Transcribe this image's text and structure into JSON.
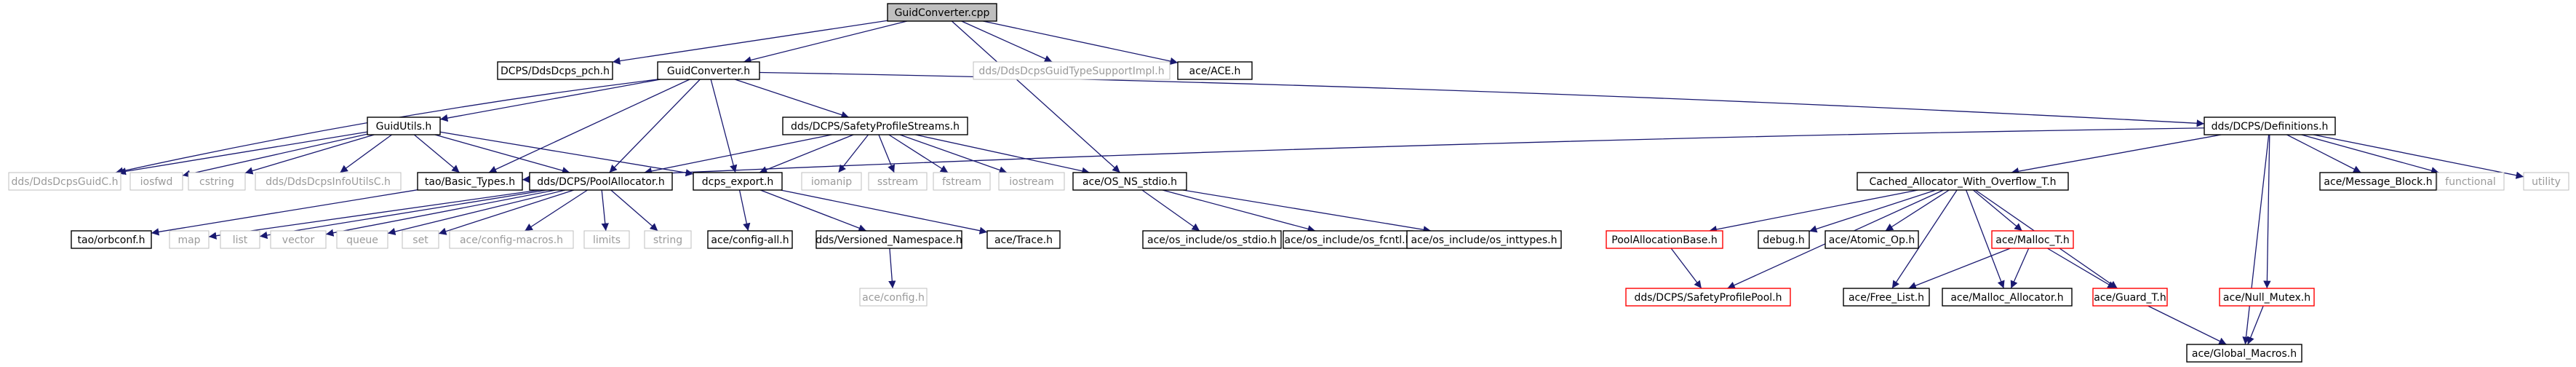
{
  "colors": {
    "edge": "#191970",
    "border_black": "#000000",
    "border_red": "#ff0000",
    "border_gray": "#bfbfbf",
    "text_black": "#000000",
    "text_gray": "#9a9a9a",
    "root_fill": "#bfbfbf",
    "fill": "#ffffff"
  },
  "nodes": [
    {
      "id": "root",
      "label": "GuidConverter.cpp",
      "style": "root"
    },
    {
      "id": "pch",
      "label": "DCPS/DdsDcps_pch.h",
      "style": "black"
    },
    {
      "id": "gch",
      "label": "GuidConverter.h",
      "style": "black"
    },
    {
      "id": "gtsi",
      "label": "dds/DdsDcpsGuidTypeSupportImpl.h",
      "style": "gray"
    },
    {
      "id": "ace",
      "label": "ace/ACE.h",
      "style": "black"
    },
    {
      "id": "gu",
      "label": "GuidUtils.h",
      "style": "black"
    },
    {
      "id": "sps",
      "label": "dds/DCPS/SafetyProfileStreams.h",
      "style": "black"
    },
    {
      "id": "defs",
      "label": "dds/DCPS/Definitions.h",
      "style": "black"
    },
    {
      "id": "guidc",
      "label": "dds/DdsDcpsGuidC.h",
      "style": "gray"
    },
    {
      "id": "iosfwd",
      "label": "iosfwd",
      "style": "gray"
    },
    {
      "id": "cstring",
      "label": "cstring",
      "style": "gray"
    },
    {
      "id": "infoutils",
      "label": "dds/DdsDcpsInfoUtilsC.h",
      "style": "gray"
    },
    {
      "id": "basictypes",
      "label": "tao/Basic_Types.h",
      "style": "black"
    },
    {
      "id": "poolalloc",
      "label": "dds/DCPS/PoolAllocator.h",
      "style": "black"
    },
    {
      "id": "dcpsexport",
      "label": "dcps_export.h",
      "style": "black"
    },
    {
      "id": "iomanip",
      "label": "iomanip",
      "style": "gray"
    },
    {
      "id": "sstream",
      "label": "sstream",
      "style": "gray"
    },
    {
      "id": "fstream",
      "label": "fstream",
      "style": "gray"
    },
    {
      "id": "iostream",
      "label": "iostream",
      "style": "gray"
    },
    {
      "id": "osns",
      "label": "ace/OS_NS_stdio.h",
      "style": "black"
    },
    {
      "id": "cawo",
      "label": "Cached_Allocator_With_Overflow_T.h",
      "style": "black"
    },
    {
      "id": "msgblock",
      "label": "ace/Message_Block.h",
      "style": "black"
    },
    {
      "id": "functional",
      "label": "functional",
      "style": "gray"
    },
    {
      "id": "utility",
      "label": "utility",
      "style": "gray"
    },
    {
      "id": "orbconf",
      "label": "tao/orbconf.h",
      "style": "black"
    },
    {
      "id": "map",
      "label": "map",
      "style": "gray"
    },
    {
      "id": "list",
      "label": "list",
      "style": "gray"
    },
    {
      "id": "vector",
      "label": "vector",
      "style": "gray"
    },
    {
      "id": "queue",
      "label": "queue",
      "style": "gray"
    },
    {
      "id": "set",
      "label": "set",
      "style": "gray"
    },
    {
      "id": "cfgmacros",
      "label": "ace/config-macros.h",
      "style": "gray"
    },
    {
      "id": "limits",
      "label": "limits",
      "style": "gray"
    },
    {
      "id": "string",
      "label": "string",
      "style": "gray"
    },
    {
      "id": "cfgall",
      "label": "ace/config-all.h",
      "style": "black"
    },
    {
      "id": "versioned",
      "label": "dds/Versioned_Namespace.h",
      "style": "black"
    },
    {
      "id": "trace",
      "label": "ace/Trace.h",
      "style": "black"
    },
    {
      "id": "osstdio",
      "label": "ace/os_include/os_stdio.h",
      "style": "black"
    },
    {
      "id": "osfcntl",
      "label": "ace/os_include/os_fcntl.h",
      "style": "black"
    },
    {
      "id": "osinttypes",
      "label": "ace/os_include/os_inttypes.h",
      "style": "black"
    },
    {
      "id": "pab",
      "label": "PoolAllocationBase.h",
      "style": "red"
    },
    {
      "id": "debug",
      "label": "debug.h",
      "style": "black"
    },
    {
      "id": "atomic",
      "label": "ace/Atomic_Op.h",
      "style": "black"
    },
    {
      "id": "malloct",
      "label": "ace/Malloc_T.h",
      "style": "red"
    },
    {
      "id": "nullmutex",
      "label": "ace/Null_Mutex.h",
      "style": "red"
    },
    {
      "id": "config",
      "label": "ace/config.h",
      "style": "gray"
    },
    {
      "id": "spp",
      "label": "dds/DCPS/SafetyProfilePool.h",
      "style": "red"
    },
    {
      "id": "freelist",
      "label": "ace/Free_List.h",
      "style": "black"
    },
    {
      "id": "mallocalloc",
      "label": "ace/Malloc_Allocator.h",
      "style": "black"
    },
    {
      "id": "guardt",
      "label": "ace/Guard_T.h",
      "style": "red"
    },
    {
      "id": "globalmacros",
      "label": "ace/Global_Macros.h",
      "style": "black"
    }
  ],
  "edges": [
    [
      "root",
      "pch"
    ],
    [
      "root",
      "gch"
    ],
    [
      "root",
      "gtsi"
    ],
    [
      "root",
      "ace"
    ],
    [
      "root",
      "osns"
    ],
    [
      "gch",
      "gu"
    ],
    [
      "gch",
      "sps"
    ],
    [
      "gch",
      "defs"
    ],
    [
      "gch",
      "guidc"
    ],
    [
      "gch",
      "basictypes"
    ],
    [
      "gch",
      "poolalloc"
    ],
    [
      "gch",
      "dcpsexport"
    ],
    [
      "gu",
      "guidc"
    ],
    [
      "gu",
      "iosfwd"
    ],
    [
      "gu",
      "cstring"
    ],
    [
      "gu",
      "infoutils"
    ],
    [
      "gu",
      "basictypes"
    ],
    [
      "gu",
      "poolalloc"
    ],
    [
      "gu",
      "dcpsexport"
    ],
    [
      "sps",
      "poolalloc"
    ],
    [
      "sps",
      "dcpsexport"
    ],
    [
      "sps",
      "iomanip"
    ],
    [
      "sps",
      "sstream"
    ],
    [
      "sps",
      "fstream"
    ],
    [
      "sps",
      "iostream"
    ],
    [
      "sps",
      "osns"
    ],
    [
      "defs",
      "basictypes"
    ],
    [
      "defs",
      "cawo"
    ],
    [
      "defs",
      "msgblock"
    ],
    [
      "defs",
      "functional"
    ],
    [
      "defs",
      "utility"
    ],
    [
      "defs",
      "nullmutex"
    ],
    [
      "defs",
      "globalmacros"
    ],
    [
      "basictypes",
      "orbconf"
    ],
    [
      "poolalloc",
      "map"
    ],
    [
      "poolalloc",
      "list"
    ],
    [
      "poolalloc",
      "vector"
    ],
    [
      "poolalloc",
      "queue"
    ],
    [
      "poolalloc",
      "set"
    ],
    [
      "poolalloc",
      "cfgmacros"
    ],
    [
      "poolalloc",
      "limits"
    ],
    [
      "poolalloc",
      "string"
    ],
    [
      "dcpsexport",
      "cfgall"
    ],
    [
      "dcpsexport",
      "versioned"
    ],
    [
      "dcpsexport",
      "trace"
    ],
    [
      "versioned",
      "config"
    ],
    [
      "osns",
      "osstdio"
    ],
    [
      "osns",
      "osfcntl"
    ],
    [
      "osns",
      "osinttypes"
    ],
    [
      "cawo",
      "pab"
    ],
    [
      "cawo",
      "debug"
    ],
    [
      "cawo",
      "atomic"
    ],
    [
      "cawo",
      "malloct"
    ],
    [
      "cawo",
      "spp"
    ],
    [
      "cawo",
      "freelist"
    ],
    [
      "cawo",
      "mallocalloc"
    ],
    [
      "cawo",
      "guardt"
    ],
    [
      "pab",
      "spp"
    ],
    [
      "malloct",
      "freelist"
    ],
    [
      "malloct",
      "mallocalloc"
    ],
    [
      "malloct",
      "guardt"
    ],
    [
      "guardt",
      "globalmacros"
    ],
    [
      "nullmutex",
      "globalmacros"
    ]
  ]
}
